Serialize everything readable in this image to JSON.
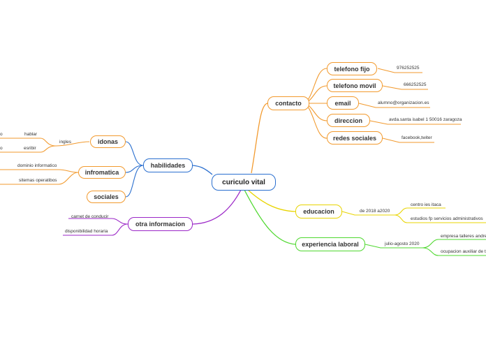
{
  "central": "curiculo vital",
  "contacto": {
    "label": "contacto",
    "telefono_fijo": {
      "label": "telefono fijo",
      "value": "976252525"
    },
    "telefono_movil": {
      "label": "telefono movil",
      "value": "666252525"
    },
    "email": {
      "label": "email",
      "value": "alumno@organizacion.es"
    },
    "direccion": {
      "label": "direccion",
      "value": "avda.santa isabel 1 50016 zaragoza"
    },
    "redes_sociales": {
      "label": "redes sociales",
      "value": "facebook,twiter"
    }
  },
  "habilidades": {
    "label": "habilidades",
    "idionas": {
      "label": "idonas",
      "ingles": "ingles",
      "hablar": "hablar",
      "escribir": "esribir",
      "cut_top": "o",
      "cut_bottom": "o"
    },
    "informatica": {
      "label": "infromatica",
      "dominio": "dominio informatico",
      "sistemas": "sitemas operatibos"
    },
    "sociales": {
      "label": "sociales"
    }
  },
  "otra_informacion": {
    "label": "otra informacion",
    "carnet": "carnet de conducir",
    "disponibilidad": "disponibilidad horaria"
  },
  "educacion": {
    "label": "educacion",
    "fechas": "de 2018 a2020",
    "centro": "centro  ies itaca",
    "estudios": "estudios  fp servicios administrativos"
  },
  "experiencia": {
    "label": "experiencia laboral",
    "fechas": "julio-agosto 2020",
    "empresa": "empresa talleres andre",
    "puesto": "ocupacion auxiliar de ta"
  },
  "colors": {
    "central": "#2a6fcf",
    "contacto": "#f29a2e",
    "habilidades": "#2a6fcf",
    "otra_informacion": "#9b27c7",
    "educacion": "#e8d400",
    "experiencia": "#4fd82f"
  }
}
